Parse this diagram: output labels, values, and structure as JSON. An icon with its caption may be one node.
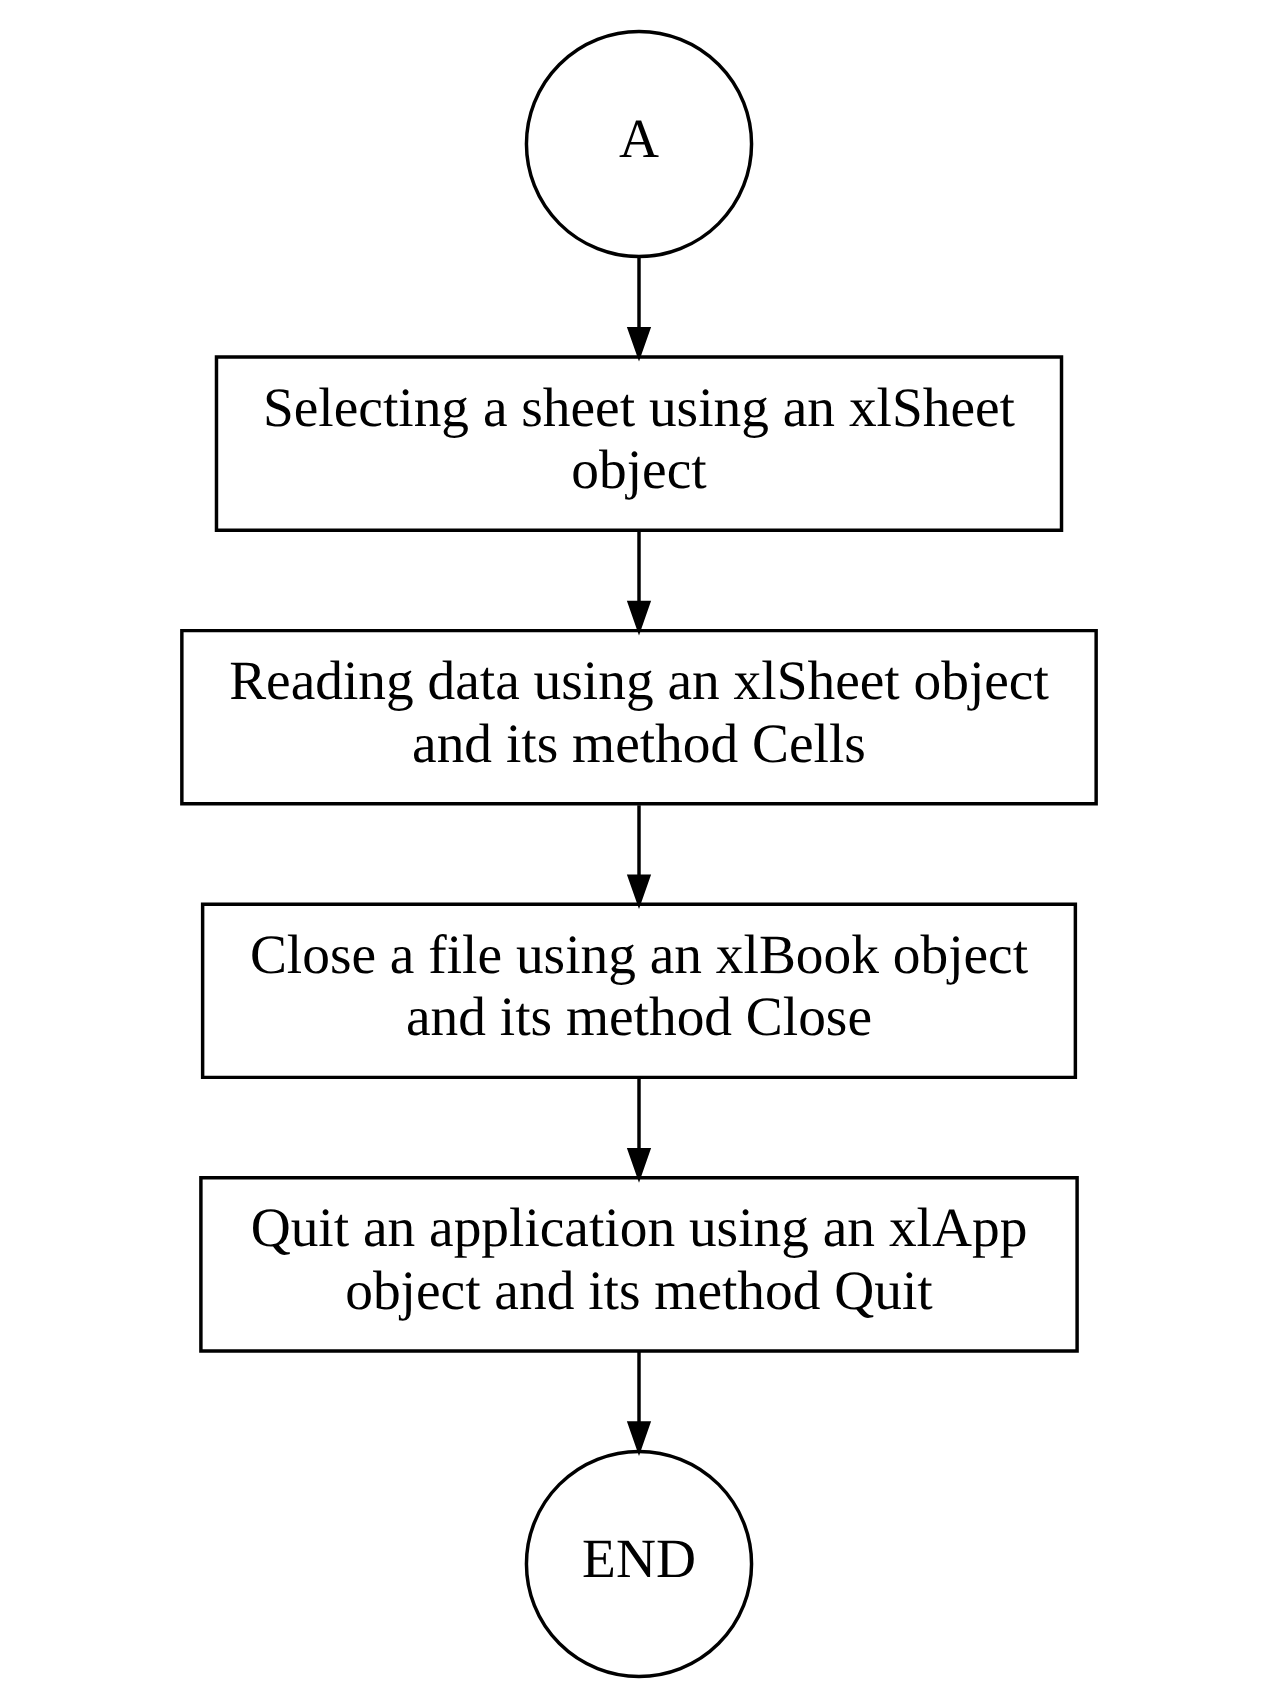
{
  "diagram": {
    "nodes": [
      {
        "text": [
          "A"
        ]
      },
      {
        "text": [
          "Selecting a sheet using an xlSheet object"
        ]
      },
      {
        "text": [
          "Reading data using an xlSheet object and its method Cells"
        ]
      },
      {
        "text": [
          "Close a file using an xlBook object and its method Close"
        ]
      },
      {
        "text": [
          "Quit an application using an xlApp object and its method Quit"
        ]
      },
      {
        "text": [
          "END"
        ]
      }
    ],
    "edges": [
      {
        "from": 0,
        "to": 1,
        "arrow": "to"
      },
      {
        "from": 1,
        "to": 2,
        "arrow": "to"
      },
      {
        "from": 2,
        "to": 3,
        "arrow": "to"
      },
      {
        "from": 3,
        "to": 4,
        "arrow": "to"
      },
      {
        "from": 4,
        "to": 5,
        "arrow": "to"
      }
    ]
  }
}
